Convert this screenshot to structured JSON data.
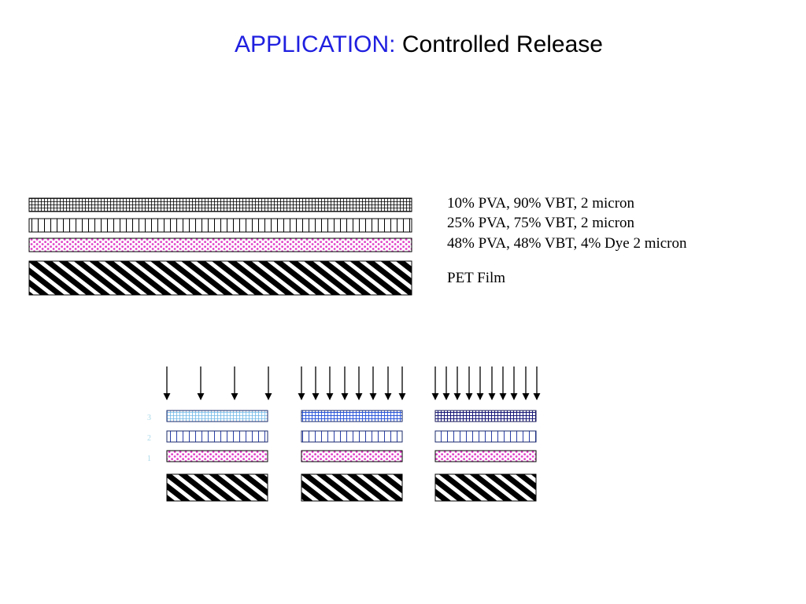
{
  "title": {
    "prefix": "APPLICATION:",
    "main": "Controlled Release"
  },
  "layers": [
    {
      "label": "10% PVA, 90% VBT, 2 micron",
      "pattern": "fine-grid"
    },
    {
      "label": "25% PVA, 75% VBT, 2 micron",
      "pattern": "vertical-lines"
    },
    {
      "label": "48% PVA, 48% VBT, 4% Dye 2 micron",
      "pattern": "pink-dots"
    },
    {
      "label": "PET Film",
      "pattern": "diagonal-hatch"
    }
  ],
  "layer_numbers": [
    "3",
    "2",
    "1"
  ],
  "stages": [
    {
      "arrow_count": 4,
      "top_layer_color": "#6fb8e8"
    },
    {
      "arrow_count": 8,
      "top_layer_color": "#2a55d8"
    },
    {
      "arrow_count": 10,
      "top_layer_color": "#1a1a7a"
    }
  ],
  "colors": {
    "title_prefix": "#1f1fe0",
    "dye": "#e040c8",
    "layer_number": "#a8d8e8"
  }
}
